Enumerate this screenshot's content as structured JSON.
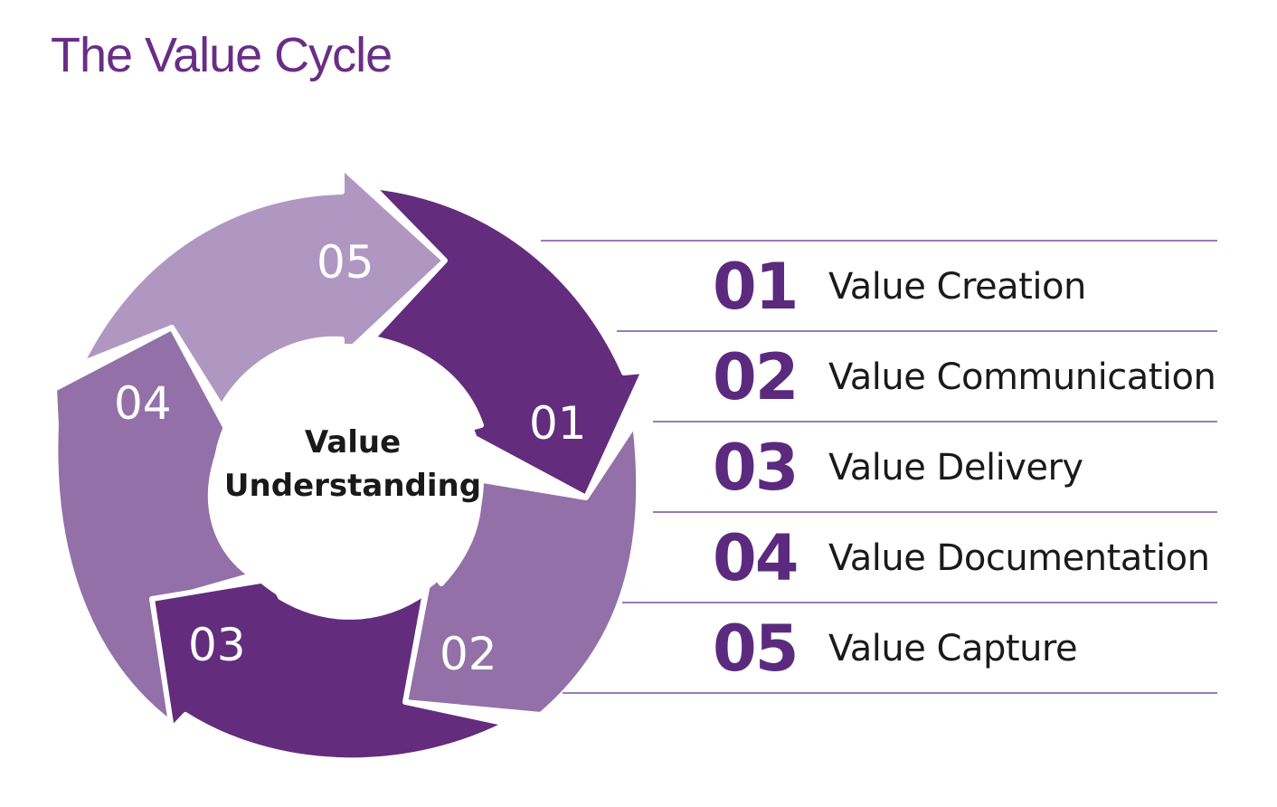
{
  "title": "The Value Cycle",
  "center": {
    "line1": "Value",
    "line2": "Understanding"
  },
  "segments": [
    {
      "number": "01",
      "color": "#632c7d"
    },
    {
      "number": "02",
      "color": "#9370a7"
    },
    {
      "number": "03",
      "color": "#632c7d"
    },
    {
      "number": "04",
      "color": "#9370a7"
    },
    {
      "number": "05",
      "color": "#b097c2"
    }
  ],
  "items": [
    {
      "number": "01",
      "label": "Value Creation"
    },
    {
      "number": "02",
      "label": "Value Communication"
    },
    {
      "number": "03",
      "label": "Value Delivery"
    },
    {
      "number": "04",
      "label": "Value Documentation"
    },
    {
      "number": "05",
      "label": "Value Capture"
    }
  ]
}
